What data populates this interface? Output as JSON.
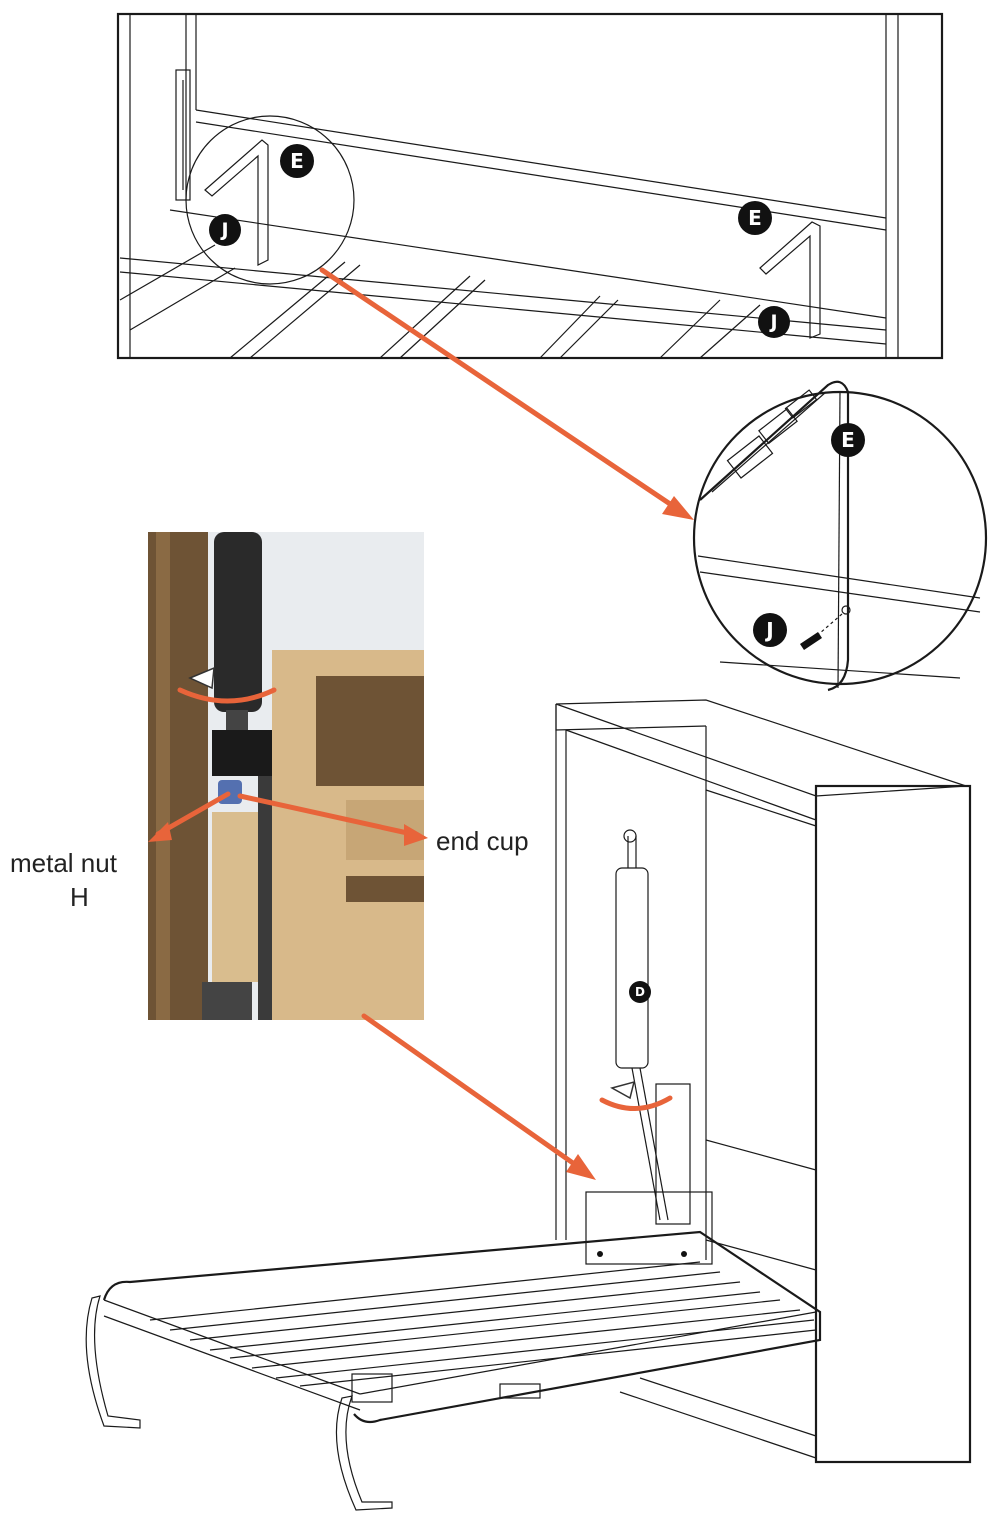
{
  "labels": {
    "badge_e": "E",
    "badge_j": "J",
    "badge_d": "D",
    "metal_nut_line1": "metal nut",
    "metal_nut_line2": "H",
    "end_cup": "end cup"
  },
  "colors": {
    "arrow": "#e8643a",
    "line": "#1a1a1a",
    "wood_light": "#d8b98a",
    "wood_dark": "#6e5335",
    "piston": "#2a2a2a"
  }
}
